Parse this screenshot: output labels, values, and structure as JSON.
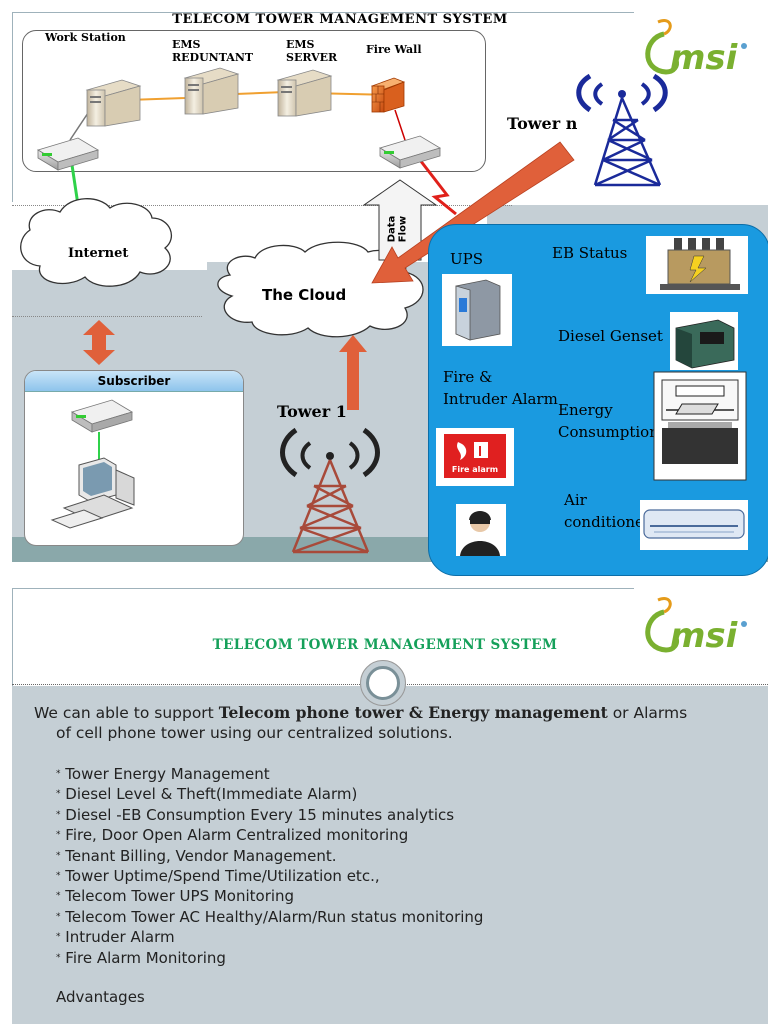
{
  "slide1": {
    "title": "TELECOM TOWER MANAGEMENT SYSTEM",
    "logo_text": "msi",
    "devices": {
      "workstation": "Work Station",
      "ems_redundant": "EMS\nREDUNTANT",
      "ems_server": "EMS\nSERVER",
      "firewall": "Fire Wall"
    },
    "internet": "Internet",
    "cloud": "The Cloud",
    "data_flow": "Data\nFlow",
    "subscriber": "Subscriber",
    "tower_n": "Tower n",
    "tower_1": "Tower 1",
    "panel": {
      "ups": "UPS",
      "eb_status": "EB Status",
      "diesel_genset": "Diesel Genset",
      "fire_intruder": "Fire &\nIntruder Alarm",
      "energy": "Energy\nConsumption",
      "air_conditioner": "Air\nconditioner",
      "fire_alarm_sign": "Fire alarm"
    },
    "colors": {
      "panel_blue": "#1a9ae0",
      "arrow_orange": "#e0603a",
      "background_grey": "#c5cfd5",
      "title_green": "#15a05a"
    }
  },
  "slide2": {
    "title": "TELECOM TOWER MANAGEMENT SYSTEM",
    "logo_text": "msi",
    "intro_pre": "We can able to support ",
    "intro_bold": "Telecom phone tower & Energy management",
    "intro_post": " or Alarms",
    "intro_line2": "of cell phone tower using our centralized solutions.",
    "bullets": [
      "Tower Energy Management",
      "Diesel Level & Theft(Immediate Alarm)",
      "Diesel -EB Consumption Every 15 minutes analytics",
      "Fire, Door Open Alarm Centralized monitoring",
      "Tenant Billing, Vendor Management.",
      "Tower Uptime/Spend Time/Utilization etc.,",
      "Telecom Tower UPS Monitoring",
      "Telecom Tower AC Healthy/Alarm/Run status monitoring",
      "Intruder Alarm",
      "Fire Alarm Monitoring"
    ],
    "advantages": "Advantages"
  }
}
